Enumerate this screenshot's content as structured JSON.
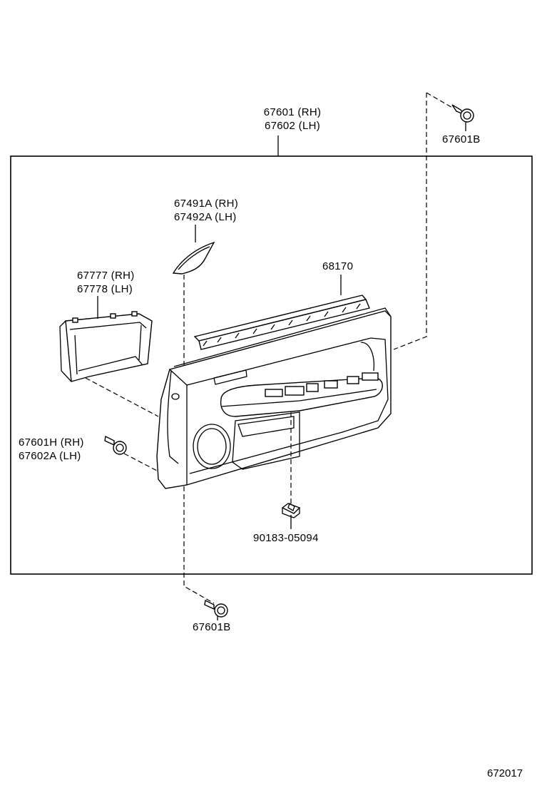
{
  "labels": {
    "panel_assy": {
      "line1": "67601 (RH)",
      "line2": "67602 (LH)"
    },
    "clip_top": "67601B",
    "pad_armrest": {
      "line1": "67491A (RH)",
      "line2": "67492A (LH)"
    },
    "weatherstrip": "68170",
    "bracket": {
      "line1": "67777 (RH)",
      "line2": "67778 (LH)"
    },
    "clip_side": {
      "line1": "67601H (RH)",
      "line2": "67602A (LH)"
    },
    "nut": "90183-05094",
    "clip_bottom": "67601B"
  },
  "figure_code": "672017"
}
